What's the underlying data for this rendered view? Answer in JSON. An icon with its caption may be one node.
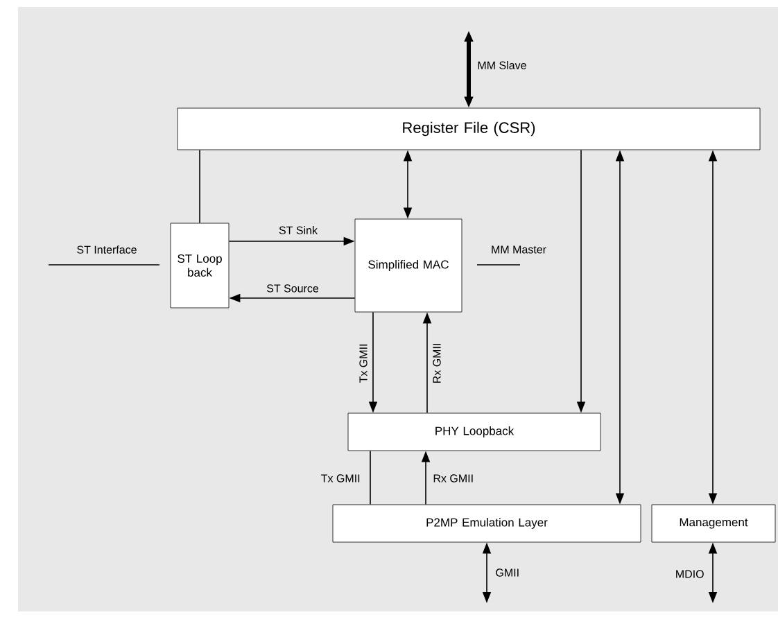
{
  "diagram": {
    "nodes": [
      {
        "text": [
          "Register File (CSR)"
        ]
      },
      {
        "text": [
          "ST Loop back"
        ]
      },
      {
        "text": [
          "Simplified MAC"
        ]
      },
      {
        "text": [
          "PHY Loopback"
        ]
      },
      {
        "text": [
          "P2MP Emulation Layer"
        ]
      },
      {
        "text": [
          "Management"
        ]
      }
    ],
    "edges": [
      {
        "from": null,
        "to": 0,
        "arrow": "both",
        "label": "MM Slave",
        "style": "thick"
      },
      {
        "from": 0,
        "to": 1,
        "arrow": "none"
      },
      {
        "from": 0,
        "to": 2,
        "arrow": "both"
      },
      {
        "from": 0,
        "to": 3,
        "arrow": "to"
      },
      {
        "from": 0,
        "to": 4,
        "arrow": "both"
      },
      {
        "from": 0,
        "to": 5,
        "arrow": "both"
      },
      {
        "from": 1,
        "to": 2,
        "arrow": "to",
        "label": "ST Sink"
      },
      {
        "from": 2,
        "to": 1,
        "arrow": "to",
        "label": "ST Source"
      },
      {
        "from": 2,
        "to": 3,
        "arrow": "to",
        "label": "Tx GMII"
      },
      {
        "from": 3,
        "to": 2,
        "arrow": "to",
        "label": "Rx GMII"
      },
      {
        "from": 3,
        "to": 4,
        "arrow": "none",
        "label": "Tx GMII"
      },
      {
        "from": 4,
        "to": 3,
        "arrow": "to",
        "label": "Rx GMII"
      },
      {
        "from": 4,
        "to": null,
        "arrow": "both",
        "label": "GMII"
      },
      {
        "from": 5,
        "to": null,
        "arrow": "both",
        "label": "MDIO"
      }
    ],
    "labels": [
      "ST Interface",
      "MM Master"
    ]
  }
}
